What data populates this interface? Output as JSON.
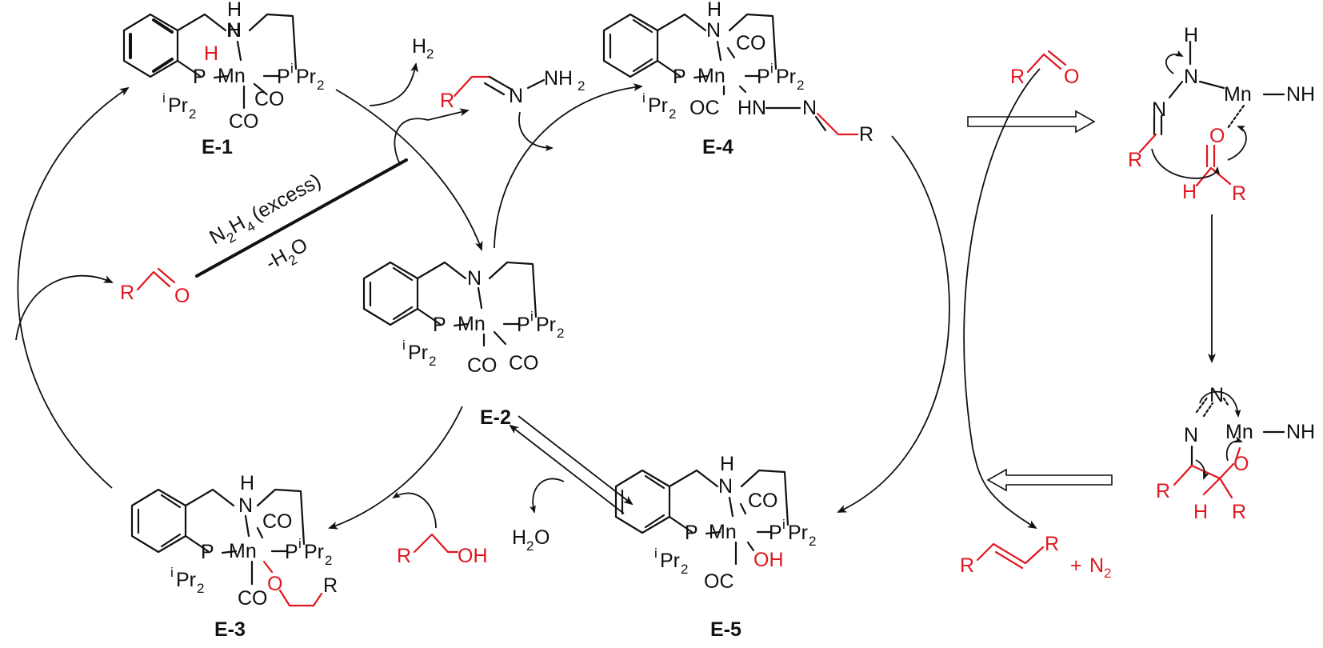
{
  "labels": {
    "e1": "E-1",
    "e2": "E-2",
    "e3": "E-3",
    "e4": "E-4",
    "e5": "E-5"
  },
  "atoms": {
    "mn": "Mn",
    "n": "N",
    "nh": "NH",
    "h": "H",
    "p": "P",
    "pr2": "Pr",
    "pr_prefix": "i",
    "sub2": "2",
    "co": "CO",
    "oc": "OC",
    "oh": "OH",
    "o": "O",
    "r": "R",
    "hn": "HN",
    "nh2": "NH",
    "h2": "H",
    "h2o": "H",
    "h2o_o": "O",
    "n2": "N",
    "plus": "+"
  },
  "reagents": {
    "hydrazine": "N",
    "hydrazine_h": "H",
    "excess": "(excess)",
    "minus_water": "-H",
    "water_o": "O"
  },
  "colors": {
    "black": "#111111",
    "red": "#e0171f"
  }
}
